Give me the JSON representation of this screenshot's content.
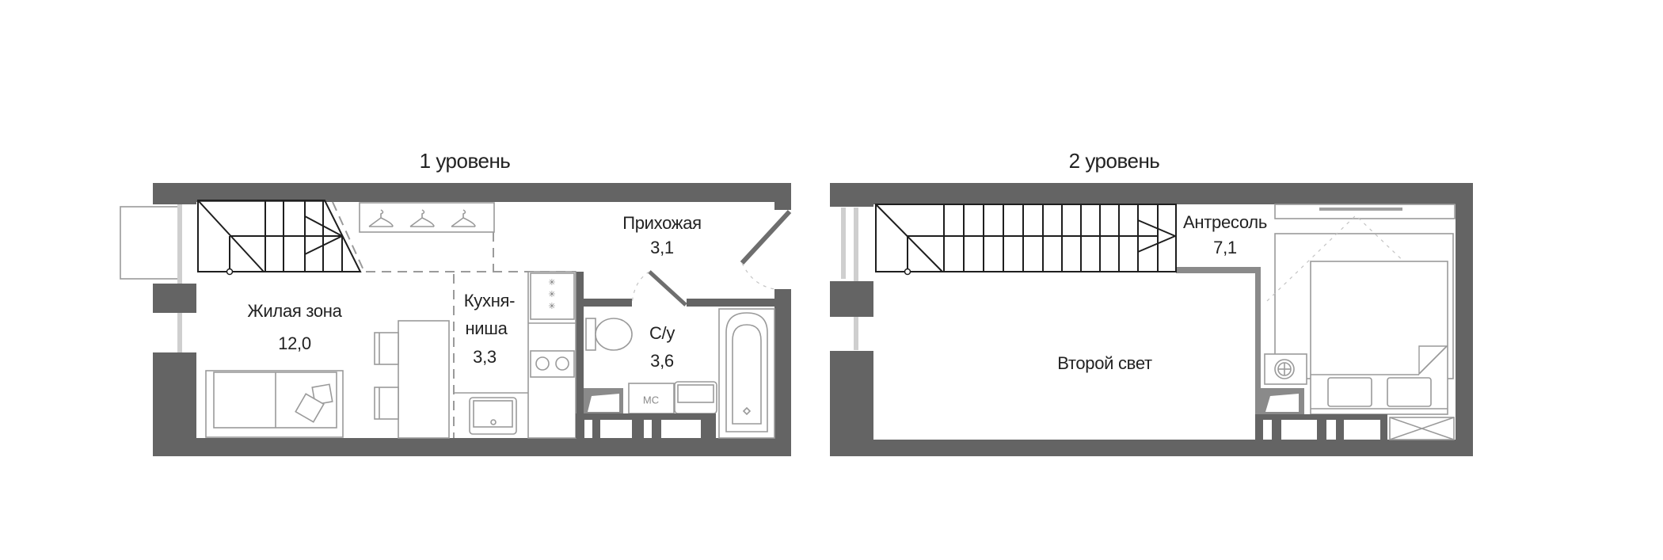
{
  "levels": [
    {
      "title": "1 уровень",
      "rooms": [
        {
          "name": "Жилая зона",
          "area": "12,0"
        },
        {
          "name_line1": "Кухня-",
          "name_line2": "ниша",
          "area": "3,3"
        },
        {
          "name": "Прихожая",
          "area": "3,1"
        },
        {
          "name": "С/у",
          "area": "3,6"
        }
      ],
      "labels": {
        "shaft": "МС"
      }
    },
    {
      "title": "2 уровень",
      "rooms": [
        {
          "name": "Антресоль",
          "area": "7,1"
        },
        {
          "name": "Второй свет"
        }
      ]
    }
  ],
  "colors": {
    "wall": "#646464",
    "text": "#222222",
    "furniture": "#9a9a9a"
  }
}
